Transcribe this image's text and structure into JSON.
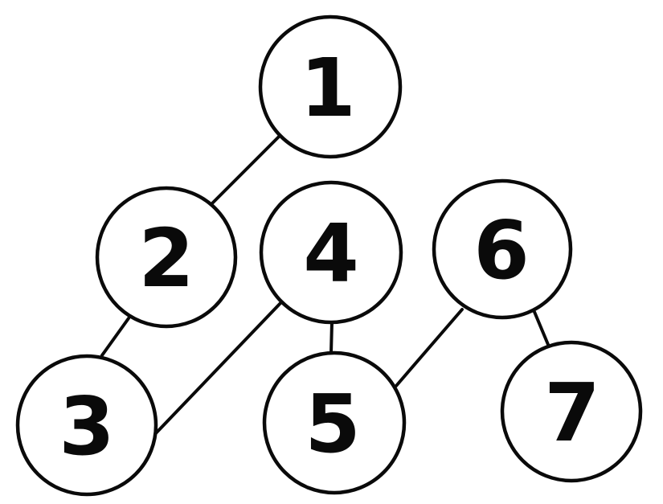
{
  "diagram": {
    "type": "graph",
    "description": "Hand-drawn style diagram of seven numbered circular nodes connected by straight lines forming the path 1-2-3-4-5-6-7",
    "colors": {
      "stroke": "#0a0a0a",
      "node_fill": "#ffffff",
      "background": "#ffffff"
    },
    "nodes": [
      {
        "id": "1",
        "label": "1"
      },
      {
        "id": "2",
        "label": "2"
      },
      {
        "id": "3",
        "label": "3"
      },
      {
        "id": "4",
        "label": "4"
      },
      {
        "id": "5",
        "label": "5"
      },
      {
        "id": "6",
        "label": "6"
      },
      {
        "id": "7",
        "label": "7"
      }
    ],
    "edges": [
      {
        "from": "1",
        "to": "2"
      },
      {
        "from": "2",
        "to": "3"
      },
      {
        "from": "3",
        "to": "4"
      },
      {
        "from": "4",
        "to": "5"
      },
      {
        "from": "5",
        "to": "6"
      },
      {
        "from": "6",
        "to": "7"
      }
    ]
  }
}
